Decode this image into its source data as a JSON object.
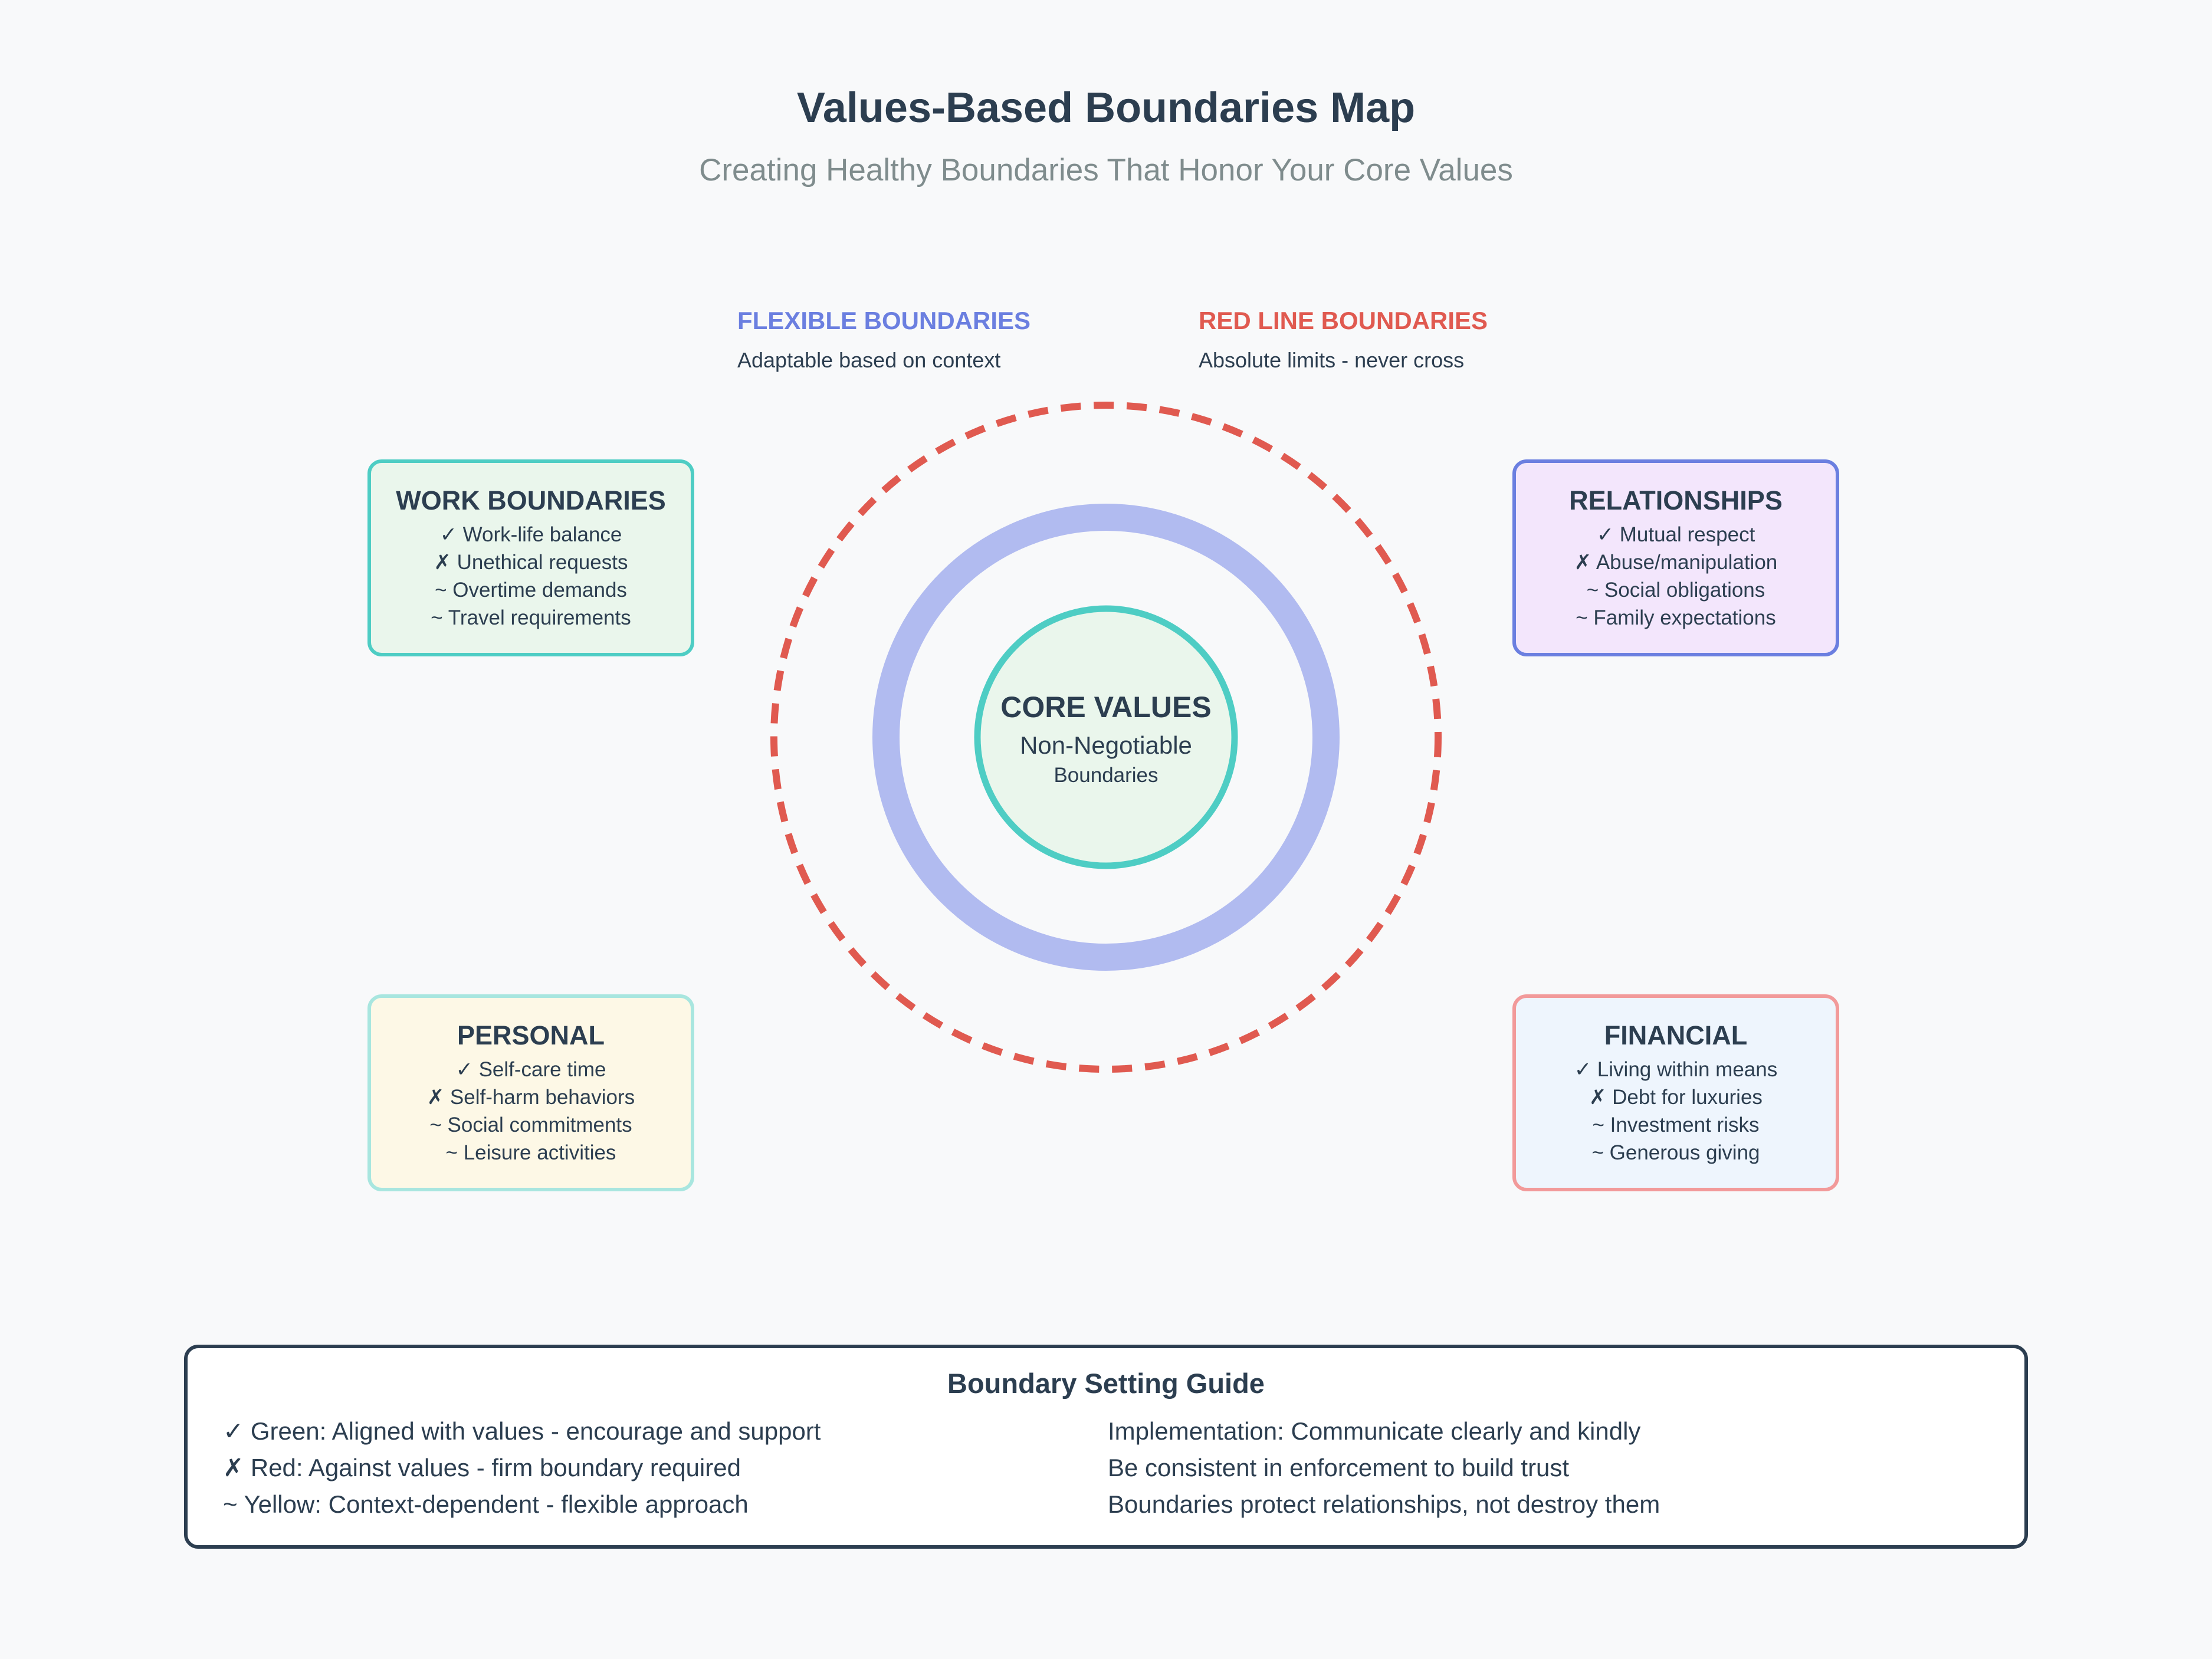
{
  "title": "Values-Based Boundaries Map",
  "subtitle": "Creating Healthy Boundaries That Honor Your Core Values",
  "legend": {
    "flexible": {
      "label": "FLEXIBLE BOUNDARIES",
      "desc": "Adaptable based on context",
      "color": "#6b7fe0"
    },
    "redline": {
      "label": "RED LINE BOUNDARIES",
      "desc": "Absolute limits - never cross",
      "color": "#e05a50"
    }
  },
  "center": {
    "title": "CORE VALUES",
    "line1": "Non-Negotiable",
    "line2": "Boundaries"
  },
  "boxes": {
    "work": {
      "title": "WORK BOUNDARIES",
      "items": [
        "✓ Work-life balance",
        "✗ Unethical requests",
        "~ Overtime demands",
        "~ Travel requirements"
      ],
      "bg": "#eaf6ec",
      "border": "#4ecdc4"
    },
    "relationships": {
      "title": "RELATIONSHIPS",
      "items": [
        "✓ Mutual respect",
        "✗ Abuse/manipulation",
        "~ Social obligations",
        "~ Family expectations"
      ],
      "bg": "#f3e6fc",
      "border": "#6b7fe0"
    },
    "personal": {
      "title": "PERSONAL",
      "items": [
        "✓ Self-care time",
        "✗ Self-harm behaviors",
        "~ Social commitments",
        "~ Leisure activities"
      ],
      "bg": "#fdf8e6",
      "border": "#a8e6df"
    },
    "financial": {
      "title": "FINANCIAL",
      "items": [
        "✓ Living within means",
        "✗ Debt for luxuries",
        "~ Investment risks",
        "~ Generous giving"
      ],
      "bg": "#eef5fd",
      "border": "#f29a9a"
    }
  },
  "guide": {
    "title": "Boundary Setting Guide",
    "left": [
      "✓ Green: Aligned with values - encourage and support",
      "✗ Red: Against values - firm boundary required",
      "~ Yellow: Context-dependent - flexible approach"
    ],
    "right": [
      "Implementation: Communicate clearly and kindly",
      "Be consistent in enforcement to build trust",
      "Boundaries protect relationships, not destroy them"
    ]
  },
  "colors": {
    "text": "#2c3e50",
    "subtitle": "#7f8c8d",
    "core_fill": "#eaf6ec",
    "core_stroke": "#4ecdc4",
    "ring": "#b1bbf0",
    "redline": "#e05a50"
  }
}
